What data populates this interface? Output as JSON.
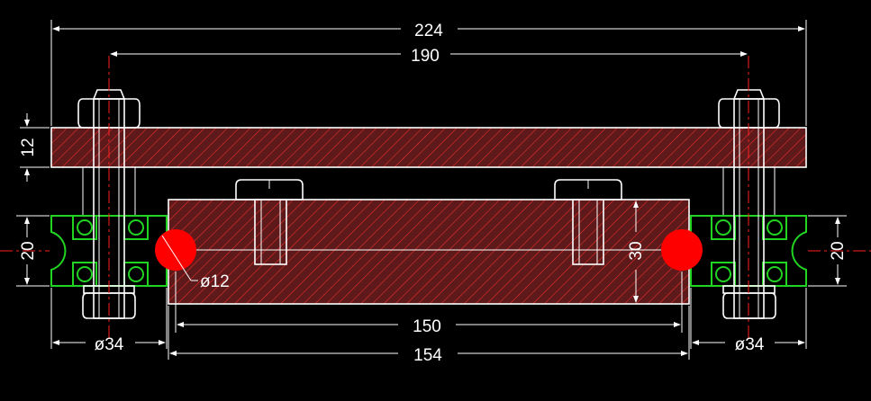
{
  "dimensions": {
    "overall_width": "224",
    "bolt_spacing": "190",
    "plate_thickness": "12",
    "left_bearing_height": "20",
    "right_bearing_height": "20",
    "block_height": "30",
    "rod_diameter": "ø12",
    "inner_length": "150",
    "block_length": "154",
    "left_bearing_diameter": "ø34",
    "right_bearing_diameter": "ø34"
  },
  "colors": {
    "background": "#000000",
    "outline": "#ffffff",
    "hatch": "#ff2a2a",
    "section_fill": "#6b1e1e",
    "bearing": "#22d422",
    "rod": "#ff0000"
  }
}
